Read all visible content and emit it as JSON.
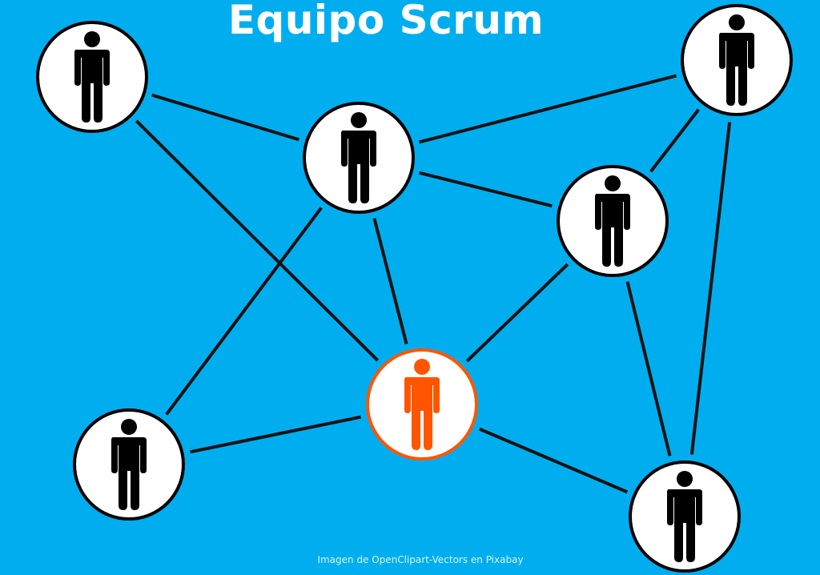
{
  "title": "Equipo Scrum",
  "caption": "Imagen de OpenClipart-Vectors en Pixabay",
  "colors": {
    "background": "#00aeef",
    "member": "#000000",
    "highlight": "#ff5500",
    "circle_fill": "#ffffff",
    "edge": "#111111"
  },
  "nodes": [
    {
      "id": "m1",
      "role": "member"
    },
    {
      "id": "m2",
      "role": "member"
    },
    {
      "id": "m3",
      "role": "member"
    },
    {
      "id": "m4",
      "role": "member"
    },
    {
      "id": "m5",
      "role": "highlight"
    },
    {
      "id": "m6",
      "role": "member"
    },
    {
      "id": "m7",
      "role": "member"
    }
  ],
  "edges": [
    [
      "m1",
      "m2"
    ],
    [
      "m1",
      "m5"
    ],
    [
      "m2",
      "m3"
    ],
    [
      "m2",
      "m4"
    ],
    [
      "m2",
      "m5"
    ],
    [
      "m2",
      "m6"
    ],
    [
      "m3",
      "m4"
    ],
    [
      "m3",
      "m7"
    ],
    [
      "m4",
      "m5"
    ],
    [
      "m4",
      "m7"
    ],
    [
      "m5",
      "m6"
    ],
    [
      "m5",
      "m7"
    ]
  ]
}
